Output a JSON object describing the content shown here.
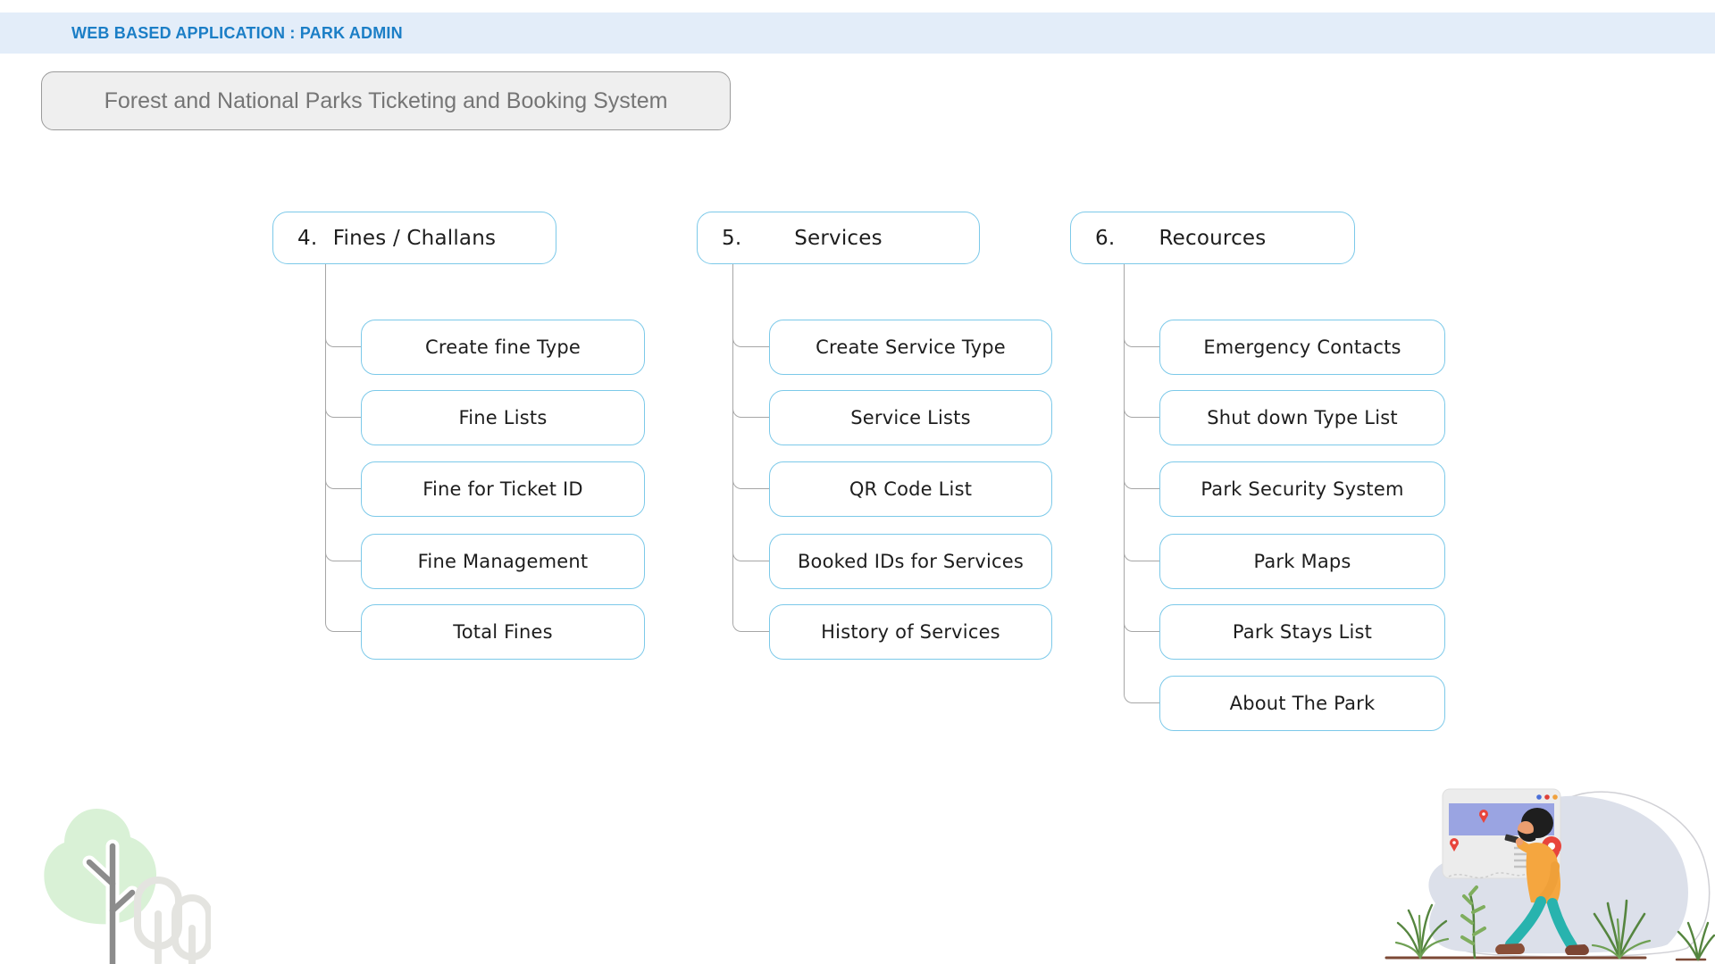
{
  "header": {
    "label": "WEB BASED APPLICATION : PARK ADMIN"
  },
  "title_box": {
    "label": "Forest and National Parks Ticketing and Booking System"
  },
  "diagram": {
    "branches": [
      {
        "number": "4.",
        "label": "Fines / Challans",
        "children": [
          "Create fine Type",
          "Fine Lists",
          "Fine for Ticket ID",
          "Fine Management",
          "Total Fines"
        ]
      },
      {
        "number": "5.",
        "label": "Services",
        "children": [
          "Create Service Type",
          "Service Lists",
          "QR Code List",
          "Booked IDs for Services",
          "History of Services"
        ]
      },
      {
        "number": "6.",
        "label": "Recources",
        "children": [
          "Emergency Contacts",
          "Shut down Type List",
          "Park Security System",
          "Park Maps",
          "Park Stays List",
          "About The Park"
        ]
      }
    ]
  },
  "colors": {
    "header_bg": "#E3EDF9",
    "header_text": "#1B7EC6",
    "node_border": "#7CC9E9",
    "node_text": "#1D1D1D",
    "connector": "#A6A6A6",
    "title_bg": "#EFEFEF",
    "title_border": "#9B9B9B",
    "title_text": "#757575",
    "pin_red": "#E8453C",
    "sweater_orange": "#F5A63F",
    "pants_teal": "#28B3AE",
    "tree_green": "#D9F1D6"
  },
  "illustrations": {
    "bottom_left": "trees-illustration",
    "bottom_right": "man-walking-reading-map-illustration"
  }
}
